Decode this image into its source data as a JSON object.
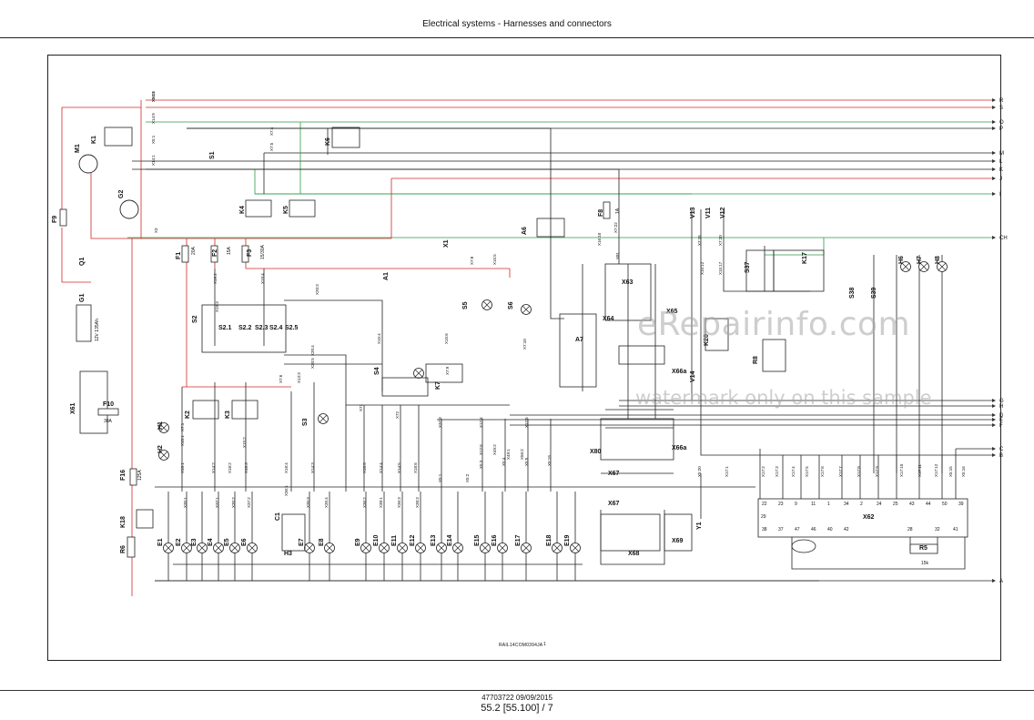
{
  "header": {
    "title": "Electrical systems - Harnesses and connectors"
  },
  "footer": {
    "doc_ref": "47703722 09/09/2015",
    "page": "55.2 [55.100] / 7"
  },
  "figure": {
    "ref": "RAIL14COM0394JA",
    "sheet": "1"
  },
  "watermark": {
    "site": "eRepairinfo.com",
    "note": "watermark only on this sample"
  },
  "colors": {
    "wire_power": "#d02828",
    "wire_green": "#2c9a4a",
    "wire_black": "#222222"
  },
  "right_edge_labels": [
    "R",
    "S",
    "O",
    "P",
    "M",
    "L",
    "K",
    "J",
    "I",
    "CH",
    "G",
    "H",
    "D",
    "E",
    "F",
    "C",
    "B",
    "A"
  ],
  "components": [
    {
      "id": "K1",
      "label": "K1"
    },
    {
      "id": "M1",
      "label": "M1"
    },
    {
      "id": "F9",
      "label": "F9"
    },
    {
      "id": "G2",
      "label": "G2"
    },
    {
      "id": "Q1",
      "label": "Q1"
    },
    {
      "id": "G1",
      "label": "G1"
    },
    {
      "id": "G1_rating",
      "label": "12V 135Ah"
    },
    {
      "id": "X61",
      "label": "X61"
    },
    {
      "id": "F10",
      "label": "F10"
    },
    {
      "id": "F10_rating",
      "label": "30A"
    },
    {
      "id": "K18",
      "label": "K18"
    },
    {
      "id": "R6",
      "label": "R6"
    },
    {
      "id": "F16",
      "label": "F16"
    },
    {
      "id": "F16_rating",
      "label": "125A"
    },
    {
      "id": "S1",
      "label": "S1"
    },
    {
      "id": "K6",
      "label": "K6"
    },
    {
      "id": "K4",
      "label": "K4"
    },
    {
      "id": "K5",
      "label": "K5"
    },
    {
      "id": "F1",
      "label": "F1"
    },
    {
      "id": "F1_rating",
      "label": "20A"
    },
    {
      "id": "F2",
      "label": "F2"
    },
    {
      "id": "F2_rating",
      "label": "15A"
    },
    {
      "id": "F3",
      "label": "F3"
    },
    {
      "id": "F3_rating",
      "label": "15/30A"
    },
    {
      "id": "S2",
      "label": "S2"
    },
    {
      "id": "S2.1",
      "label": "S2.1"
    },
    {
      "id": "S2.2",
      "label": "S2.2"
    },
    {
      "id": "S2.3",
      "label": "S2.3"
    },
    {
      "id": "S2.4",
      "label": "S2.4"
    },
    {
      "id": "S2.5",
      "label": "S2.5"
    },
    {
      "id": "K2",
      "label": "K2"
    },
    {
      "id": "K3",
      "label": "K3"
    },
    {
      "id": "H1",
      "label": "H1"
    },
    {
      "id": "H2",
      "label": "H2"
    },
    {
      "id": "S3",
      "label": "S3"
    },
    {
      "id": "S4",
      "label": "S4"
    },
    {
      "id": "A1",
      "label": "A1"
    },
    {
      "id": "X1",
      "label": "X1"
    },
    {
      "id": "S5",
      "label": "S5"
    },
    {
      "id": "S6",
      "label": "S6"
    },
    {
      "id": "K7",
      "label": "K7"
    },
    {
      "id": "A6",
      "label": "A6"
    },
    {
      "id": "F8",
      "label": "F8"
    },
    {
      "id": "F8_rating",
      "label": "1A"
    },
    {
      "id": "A7",
      "label": "A7"
    },
    {
      "id": "X63",
      "label": "X63"
    },
    {
      "id": "X64",
      "label": "X64"
    },
    {
      "id": "X65",
      "label": "X65"
    },
    {
      "id": "X66a",
      "label": "X66a"
    },
    {
      "id": "X66a_2",
      "label": "X66a"
    },
    {
      "id": "X80",
      "label": "X80"
    },
    {
      "id": "X67",
      "label": "X67"
    },
    {
      "id": "X67_2",
      "label": "X67"
    },
    {
      "id": "X68",
      "label": "X68"
    },
    {
      "id": "X69",
      "label": "X69"
    },
    {
      "id": "V13",
      "label": "V13"
    },
    {
      "id": "V11",
      "label": "V11"
    },
    {
      "id": "V12",
      "label": "V12"
    },
    {
      "id": "V14",
      "label": "V14"
    },
    {
      "id": "K20",
      "label": "K20"
    },
    {
      "id": "R8",
      "label": "R8"
    },
    {
      "id": "S37",
      "label": "S37"
    },
    {
      "id": "K17",
      "label": "K17"
    },
    {
      "id": "S38",
      "label": "S38"
    },
    {
      "id": "S39",
      "label": "S39"
    },
    {
      "id": "H6",
      "label": "H6"
    },
    {
      "id": "H7",
      "label": "H7"
    },
    {
      "id": "H8",
      "label": "H8"
    },
    {
      "id": "Y1",
      "label": "Y1"
    },
    {
      "id": "X62",
      "label": "X62"
    },
    {
      "id": "R5",
      "label": "R5"
    },
    {
      "id": "R5_value",
      "label": "15k"
    },
    {
      "id": "C1",
      "label": "C1"
    },
    {
      "id": "H3",
      "label": "H3"
    }
  ],
  "lamps": [
    "E1",
    "E2",
    "E3",
    "E4",
    "E5",
    "E6",
    "E7",
    "E8",
    "E9",
    "E10",
    "E11",
    "E12",
    "E13",
    "E14",
    "E15",
    "E16",
    "E17",
    "E18",
    "E19"
  ],
  "connectors": [
    "X5:18",
    "X14:9",
    "X5:1",
    "X14:1",
    "X7:4",
    "X7:5",
    "X3",
    "X19:2",
    "X19:3",
    "X19:4",
    "X20:3",
    "X20:4",
    "X20:5",
    "X7:6",
    "X13:3",
    "X7:1",
    "X15:1",
    "X15:2",
    "X71",
    "X72",
    "X7:8",
    "X15:5",
    "X15:4",
    "X15:6",
    "X7:9",
    "X7:10",
    "X16:10",
    "X7:22",
    "X81",
    "X7:15",
    "X7:20",
    "X15:12",
    "X15:17",
    "X18:1",
    "X14:2",
    "X18:2",
    "X18:3",
    "X18:4",
    "X14:3",
    "X18:5",
    "X14:4",
    "X14:5",
    "X18:6",
    "X5:1",
    "X5:2",
    "X5:3",
    "X5:4",
    "X5:5",
    "X5:19",
    "X5:20",
    "X17:1",
    "X17:2",
    "X17:3",
    "X17:4",
    "X17:5",
    "X17:6",
    "X17:7",
    "X17:8",
    "X17:9",
    "X17:10",
    "X17:11",
    "X17:12",
    "X5:15",
    "X5:16",
    "X35:1",
    "X37:1",
    "X35:2",
    "X37:2",
    "X35:3",
    "X35:4",
    "X36:1",
    "X36:2",
    "X38:1",
    "X36:3",
    "X38:3",
    "X37:3",
    "X17:4",
    "X12:5",
    "X12:6",
    "X49:2",
    "X49:1",
    "X56:2",
    "X56:1"
  ],
  "x62_pins_top": [
    "22",
    "23",
    "9",
    "11",
    "1",
    "34",
    "2",
    "24",
    "25",
    "43",
    "44",
    "50",
    "39"
  ],
  "x62_pins_bottom": [
    "38",
    "37",
    "47",
    "46",
    "40",
    "42",
    "28",
    "32",
    "41"
  ],
  "x62_pin_side": "29"
}
